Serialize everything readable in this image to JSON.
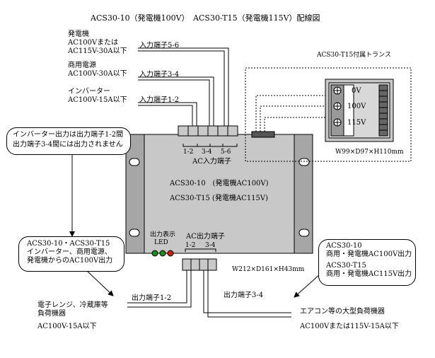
{
  "title": "ACS30-10（発電機100V）　ACS30-T15（発電機115V）配線図",
  "inputs": [
    {
      "source_lines": [
        "発電機",
        "AC100Vまたは",
        "AC115V-30A以下"
      ],
      "terminal": "入力端子5-6"
    },
    {
      "source_lines": [
        "商用電源",
        "AC100V-30A以下"
      ],
      "terminal": "入力端子3-4"
    },
    {
      "source_lines": [
        "インバーター",
        "AC100V-15A以下"
      ],
      "terminal": "入力端子1-2"
    }
  ],
  "input_block": {
    "terminal_numbers": [
      "1-2",
      "3-4",
      "5-6"
    ],
    "label": "AC入力端子"
  },
  "unit": {
    "model_lines": [
      "ACS30-10　(発電機AC100V)",
      "ACS30-T15 (発電機AC115V)"
    ],
    "dimensions": "W212×D161×H43mm"
  },
  "output_block": {
    "led_label_lines": [
      "出力表示",
      "LED"
    ],
    "label": "AC出力端子",
    "terminal_numbers": [
      "1-2",
      "3-4"
    ]
  },
  "transformer": {
    "title": "ACS30-T15付属トランス",
    "taps": [
      "0V",
      "100V",
      "115V"
    ],
    "dimensions": "W99×D97×H110mm"
  },
  "notes": {
    "inverter": [
      "インバーター出力は出力端子1-2間",
      "出力端子3-4間には出力されません"
    ],
    "output12": [
      "ACS30-10・ACS30-T15",
      "インバーター、商用電源、",
      "発電機からのAC100V出力"
    ],
    "output34": [
      "ACS30-10",
      "商用・発電機AC100V出力",
      "ACS30-T15",
      "商用・発電機AC115V出力"
    ]
  },
  "outputs": [
    {
      "terminal": "出力端子1-2",
      "load_lines": [
        "電子レンジ、冷蔵庫等",
        "負荷機器"
      ],
      "rating": "AC100V-15A以下"
    },
    {
      "terminal": "出力端子3-4",
      "load_line": "エアコン等の大型負荷機器",
      "rating": "AC100Vまたは115V-15A以下"
    }
  ],
  "colors": {
    "led": "#1a8a1a",
    "led_red": "#cc2200",
    "device_body": "#c8c8c8",
    "device_side": "#a6a6a6"
  }
}
